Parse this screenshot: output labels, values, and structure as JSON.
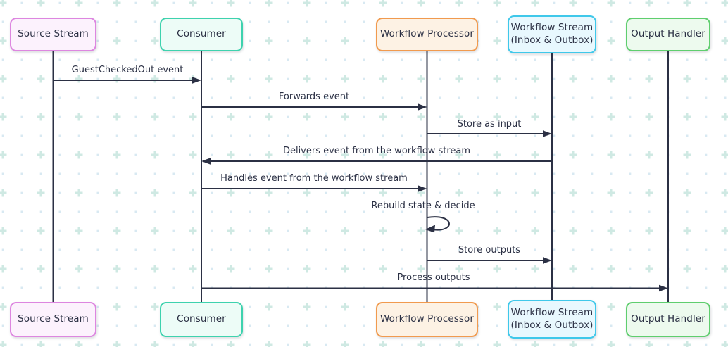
{
  "diagram": {
    "type": "sequence-diagram",
    "actors": [
      {
        "id": "source-stream",
        "label": "Source Stream",
        "border_color": "#dd86e0",
        "fill_color": "#fcf2fd"
      },
      {
        "id": "consumer",
        "label": "Consumer",
        "border_color": "#3ed2ae",
        "fill_color": "#edfcf7"
      },
      {
        "id": "workflow-processor",
        "label": "Workflow Processor",
        "border_color": "#f19a4e",
        "fill_color": "#fdf2e4"
      },
      {
        "id": "workflow-stream",
        "label": "Workflow Stream (Inbox & Outbox)",
        "label_lines": [
          "Workflow Stream",
          "(Inbox & Outbox)"
        ],
        "border_color": "#3fc8ea",
        "fill_color": "#e8f8fe"
      },
      {
        "id": "output-handler",
        "label": "Output Handler",
        "border_color": "#5fce6e",
        "fill_color": "#edfaee"
      }
    ],
    "messages": [
      {
        "from": "source-stream",
        "to": "consumer",
        "label": "GuestCheckedOut event"
      },
      {
        "from": "consumer",
        "to": "workflow-processor",
        "label": "Forwards event"
      },
      {
        "from": "workflow-processor",
        "to": "workflow-stream",
        "label": "Store as input"
      },
      {
        "from": "workflow-stream",
        "to": "consumer",
        "label": "Delivers event from the workflow stream"
      },
      {
        "from": "consumer",
        "to": "workflow-processor",
        "label": "Handles event from the workflow stream"
      },
      {
        "from": "workflow-processor",
        "to": "workflow-processor",
        "label": "Rebuild state & decide",
        "self_loop": true
      },
      {
        "from": "workflow-processor",
        "to": "workflow-stream",
        "label": "Store outputs"
      },
      {
        "from": "consumer",
        "to": "output-handler",
        "label": "Process outputs"
      }
    ],
    "colors": {
      "ink": "#2b3044",
      "background": "#ffffff",
      "grid_dot": "#d8e9f2",
      "grid_plus": "#cfe9e3"
    }
  }
}
